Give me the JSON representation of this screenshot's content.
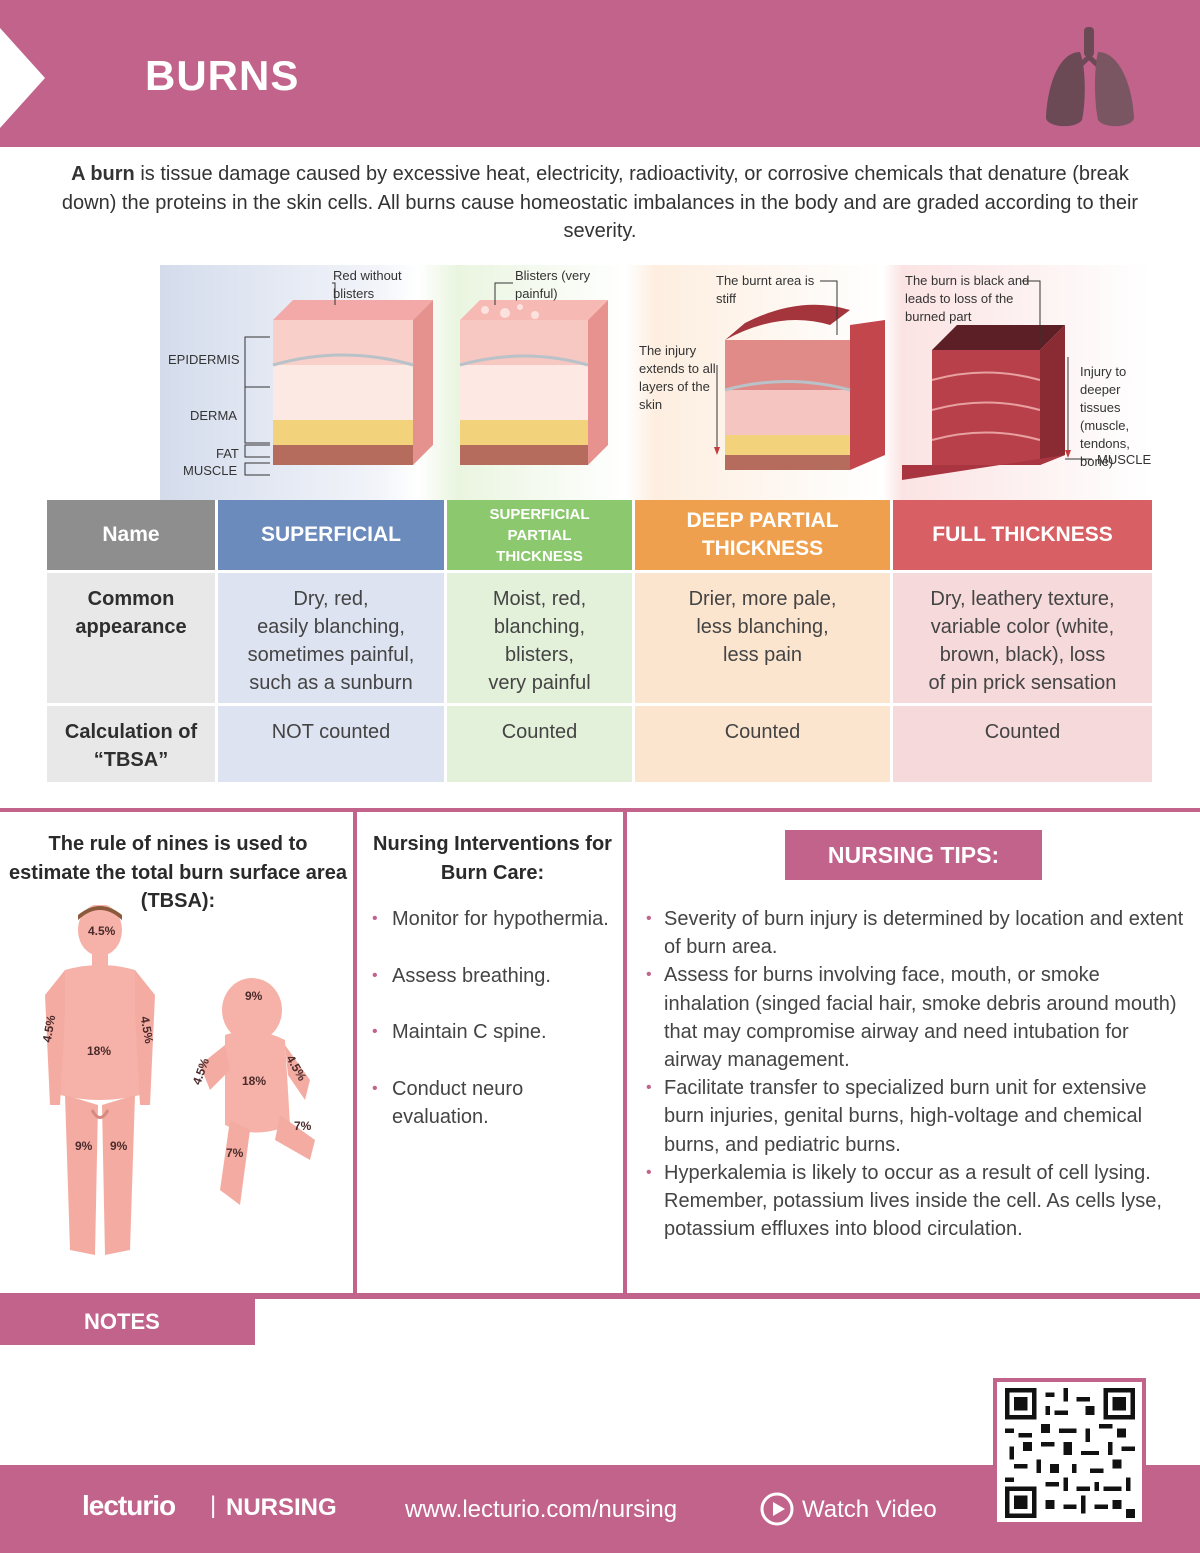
{
  "header": {
    "title": "BURNS",
    "icon": "lungs-icon"
  },
  "intro": {
    "bold": "A burn",
    "text": " is tissue damage caused by excessive heat, electricity, radioactivity, or corrosive chemicals that denature (break down) the proteins in the skin cells. All burns cause homeostatic imbalances in the body and are graded according to their severity."
  },
  "illustration": {
    "layer_labels": [
      "EPIDERMIS",
      "DERMA",
      "FAT",
      "MUSCLE"
    ],
    "callouts": {
      "red_without_blisters": "Red without blisters",
      "blisters": "Blisters (very painful)",
      "stiff": "The burnt area is stiff",
      "extends": "The injury extends to all layers of the skin",
      "black": "The burn is black and leads to loss of the burned part",
      "deeper": "Injury to deeper tissues (muscle, tendons, bone)",
      "muscle": "MUSCLE"
    }
  },
  "table": {
    "name_header": "Name",
    "columns": [
      {
        "title": "SUPERFICIAL",
        "color": "#6b8bbd",
        "bg": "#dde3f0",
        "appearance": [
          "Dry, red,",
          "easily blanching,",
          "sometimes painful,",
          "such as a sunburn"
        ],
        "tbsa": "NOT counted"
      },
      {
        "title": "SUPERFICIAL PARTIAL THICKNESS",
        "color": "#8cc96e",
        "bg": "#e3f1da",
        "appearance": [
          "Moist, red,",
          "blanching,",
          "blisters,",
          "very painful"
        ],
        "tbsa": "Counted"
      },
      {
        "title": "DEEP PARTIAL THICKNESS",
        "color": "#efa04f",
        "bg": "#fce5cf",
        "appearance": [
          "Drier, more pale,",
          "less blanching,",
          "less pain"
        ],
        "tbsa": "Counted"
      },
      {
        "title": "FULL THICKNESS",
        "color": "#d85f63",
        "bg": "#f6d9da",
        "appearance": [
          "Dry, leathery texture,",
          "variable color (white,",
          "brown, black), loss",
          "of pin prick sensation"
        ],
        "tbsa": "Counted"
      }
    ],
    "row_labels": {
      "appearance": "Common appearance",
      "tbsa": "Calculation of “TBSA”"
    }
  },
  "rule_of_nines": {
    "title": "The rule of nines is used to estimate the total burn surface area (TBSA):",
    "adult": {
      "head": "4.5%",
      "arm_left": "4.5%",
      "arm_right": "4.5%",
      "trunk": "18%",
      "leg_left": "9%",
      "leg_right": "9%"
    },
    "infant": {
      "head": "9%",
      "arm_left": "4.5%",
      "arm_right": "4.5%",
      "trunk": "18%",
      "leg_left": "7%",
      "leg_right": "7%"
    }
  },
  "interventions": {
    "title": "Nursing Interventions for Burn Care:",
    "items": [
      "Monitor for hypothermia.",
      "Assess breathing.",
      "Maintain C spine.",
      "Conduct neuro evaluation."
    ]
  },
  "tips": {
    "title": "NURSING TIPS:",
    "items": [
      "Severity of burn injury is determined by location and extent of burn area.",
      "Assess for burns involving face, mouth, or smoke inhalation (singed facial hair, smoke debris around mouth) that may compromise airway and need intubation for airway management.",
      "Facilitate transfer to specialized burn unit for extensive burn injuries, genital burns, high-voltage and chemical burns, and pediatric burns.",
      "Hyperkalemia is likely to occur as a result of cell lysing. Remember, potassium lives inside the cell. As cells lyse, potassium effluxes into blood circulation."
    ]
  },
  "notes": {
    "label": "NOTES"
  },
  "footer": {
    "brand": "lecturio",
    "separator": "|",
    "brand_section": "NURSING",
    "url": "www.lecturio.com/nursing",
    "watch": "Watch Video",
    "play_icon": "play-circle-icon",
    "qr_icon": "qr-code-icon"
  }
}
